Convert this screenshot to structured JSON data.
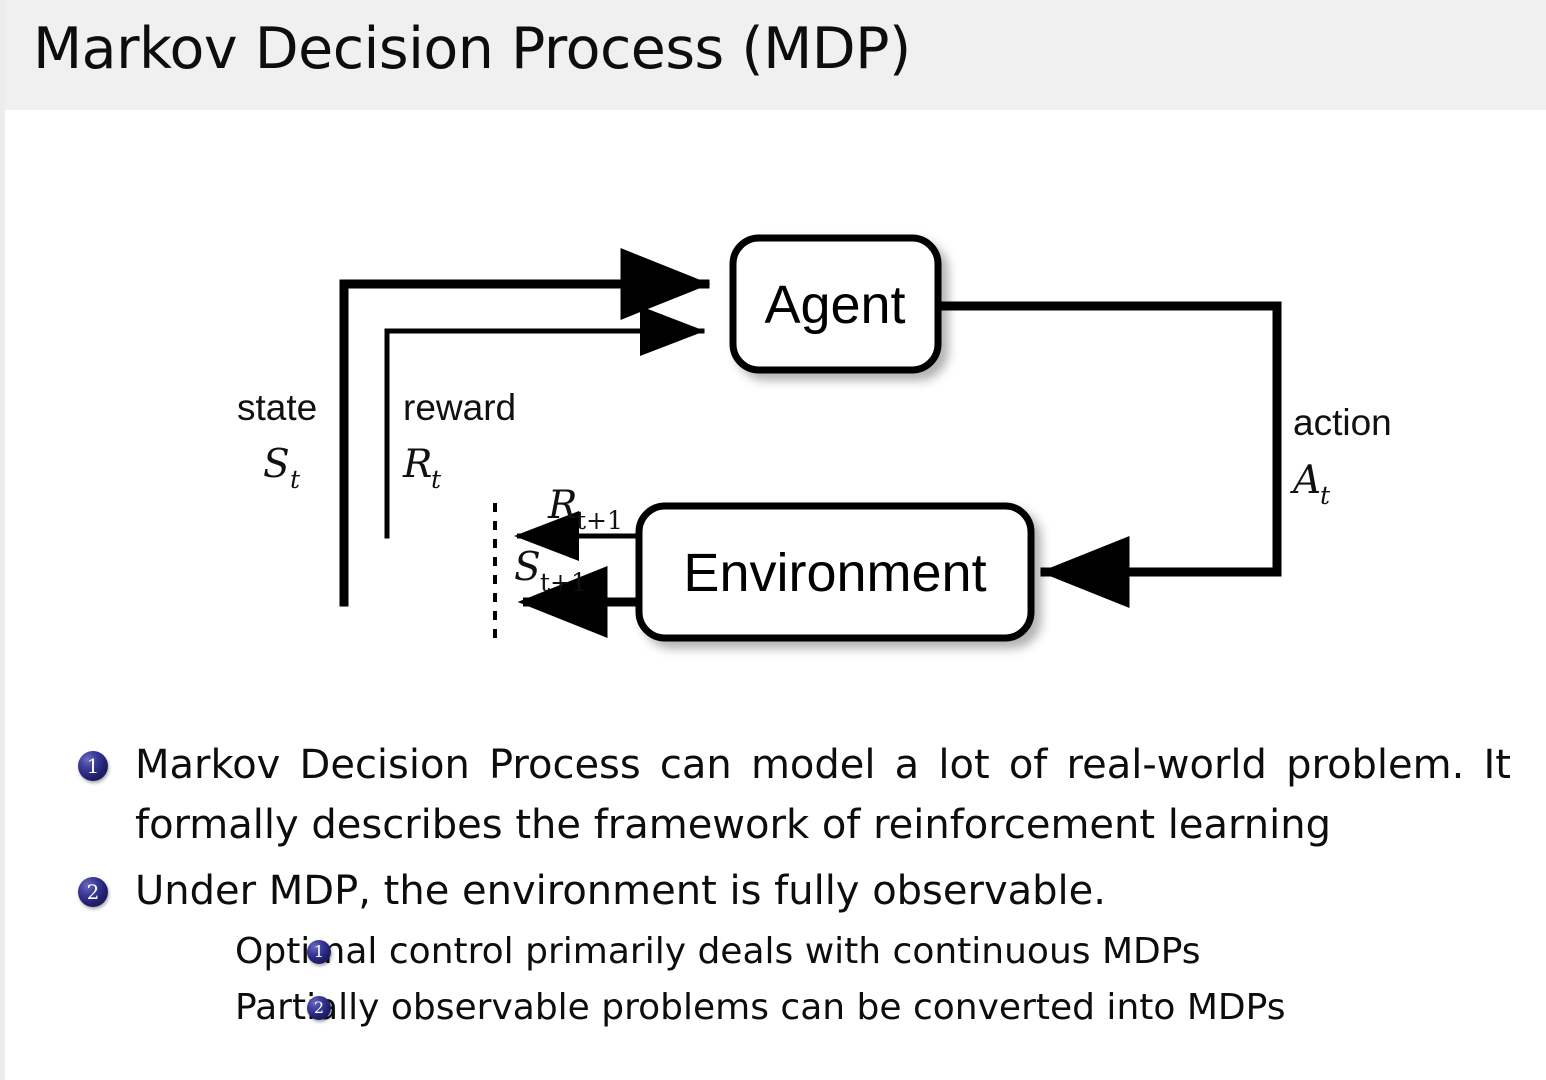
{
  "slide": {
    "title": "Markov Decision Process (MDP)",
    "background_color": "#ffffff",
    "title_bar_color": "#f0f0f0",
    "accent_color": "#20206d"
  },
  "diagram": {
    "name": "agent-environment-interaction-loop",
    "nodes": [
      {
        "id": "agent",
        "label": "Agent"
      },
      {
        "id": "environment",
        "label": "Environment"
      }
    ],
    "edges": [
      {
        "id": "state-edge",
        "word": "state",
        "symbol": "S",
        "subscript": "t",
        "from": "environment",
        "to": "agent",
        "style": "thick"
      },
      {
        "id": "reward-edge",
        "word": "reward",
        "symbol": "R",
        "subscript": "t",
        "from": "environment",
        "to": "agent",
        "style": "thin"
      },
      {
        "id": "action-edge",
        "word": "action",
        "symbol": "A",
        "subscript": "t",
        "from": "agent",
        "to": "environment",
        "style": "thick"
      },
      {
        "id": "next-reward-edge",
        "symbol": "R",
        "subscript": "t+1",
        "from": "environment",
        "to": "boundary",
        "style": "thin"
      },
      {
        "id": "next-state-edge",
        "symbol": "S",
        "subscript": "t+1",
        "from": "environment",
        "to": "boundary",
        "style": "thick"
      }
    ],
    "boundary": {
      "id": "time-boundary",
      "style": "dashed"
    }
  },
  "bullets": [
    {
      "number": "1",
      "text": "Markov Decision Process can model a lot of real-world problem. It formally describes the framework of reinforcement learning",
      "children": []
    },
    {
      "number": "2",
      "text": "Under MDP, the environment is fully observable.",
      "children": [
        {
          "number": "1",
          "text": "Optimal control primarily deals with continuous MDPs"
        },
        {
          "number": "2",
          "text": "Partially observable problems can be converted into MDPs"
        }
      ]
    }
  ]
}
